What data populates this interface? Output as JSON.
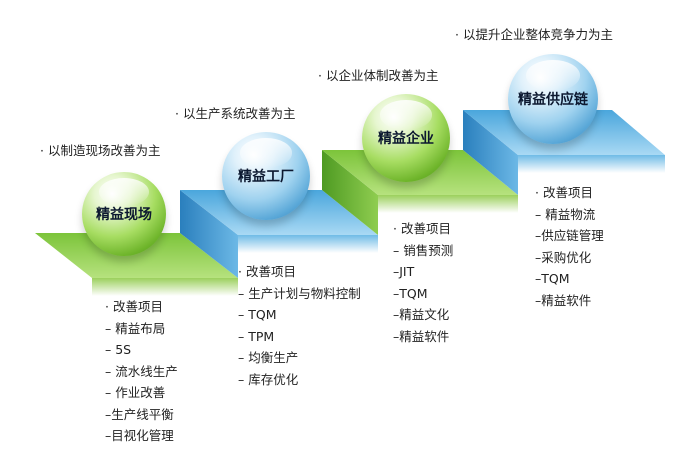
{
  "stages": [
    {
      "goal": "· 以制造现场改善为主",
      "title": "精益现场",
      "list_heading": "· 改善项目",
      "items": [
        "– 精益布局",
        "– 5S",
        "– 流水线生产",
        "– 作业改善",
        "–生产线平衡",
        "–目视化管理"
      ]
    },
    {
      "goal": "· 以生产系统改善为主",
      "title": "精益工厂",
      "list_heading": "· 改善项目",
      "items": [
        "– 生产计划与物料控制",
        "– TQM",
        "– TPM",
        "– 均衡生产",
        "– 库存优化"
      ]
    },
    {
      "goal": "· 以企业体制改善为主",
      "title": "精益企业",
      "list_heading": "· 改善项目",
      "items": [
        "– 销售预测",
        "–JIT",
        "–TQM",
        "–精益文化",
        "–精益软件"
      ]
    },
    {
      "goal": "· 以提升企业整体竞争力为主",
      "title": "精益供应链",
      "list_heading": "· 改善项目",
      "items": [
        "– 精益物流",
        "–供应链管理",
        "–采购优化",
        "–TQM",
        "–精益软件"
      ]
    }
  ],
  "colors": {
    "green_top": "#8bcf3c",
    "green_front": "#5aa12a",
    "blue_top": "#59b3e5",
    "blue_front": "#2f86c4"
  }
}
